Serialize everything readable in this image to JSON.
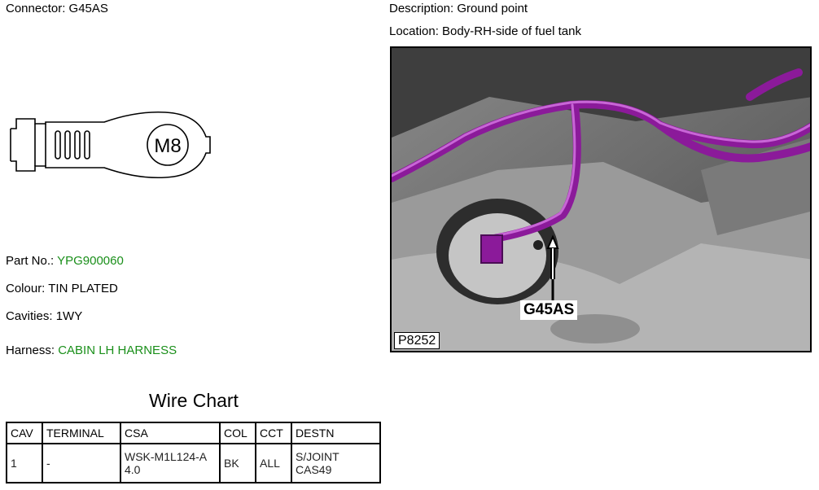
{
  "connector": {
    "label": "Connector: ",
    "value": "G45AS"
  },
  "description": {
    "label": "Description: ",
    "value": "Ground point"
  },
  "location": {
    "label": "Location: ",
    "value": "Body-RH-side of fuel tank"
  },
  "terminal_drawing": {
    "stud_label": "M8"
  },
  "part_no": {
    "label": "Part No.: ",
    "value": "YPG900060"
  },
  "colour": {
    "label": "Colour: ",
    "value": "TIN PLATED"
  },
  "cavities": {
    "label": "Cavities: ",
    "value": "1WY"
  },
  "harness": {
    "label": "Harness: ",
    "value": "CABIN LH HARNESS"
  },
  "wire_chart": {
    "title": "Wire Chart",
    "headers": [
      "CAV",
      "TERMINAL",
      "CSA",
      "COL",
      "CCT",
      "DESTN"
    ],
    "rows": [
      [
        "1",
        "-",
        "WSK-M1L124-A 4.0",
        "BK",
        "ALL",
        "S/JOINT CAS49"
      ]
    ]
  },
  "photo": {
    "image_id": "P8252",
    "callout": "G45AS"
  }
}
